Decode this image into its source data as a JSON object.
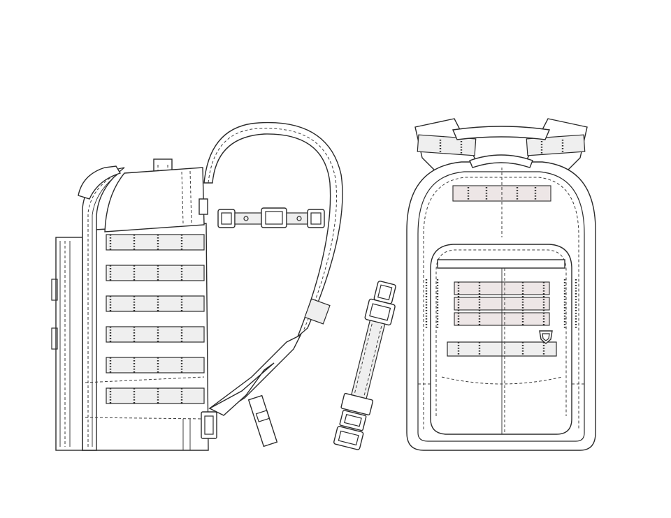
{
  "image": {
    "views": [
      "side-view",
      "front-view"
    ],
    "accessories": [
      "chest-strap",
      "waist-strap"
    ]
  }
}
